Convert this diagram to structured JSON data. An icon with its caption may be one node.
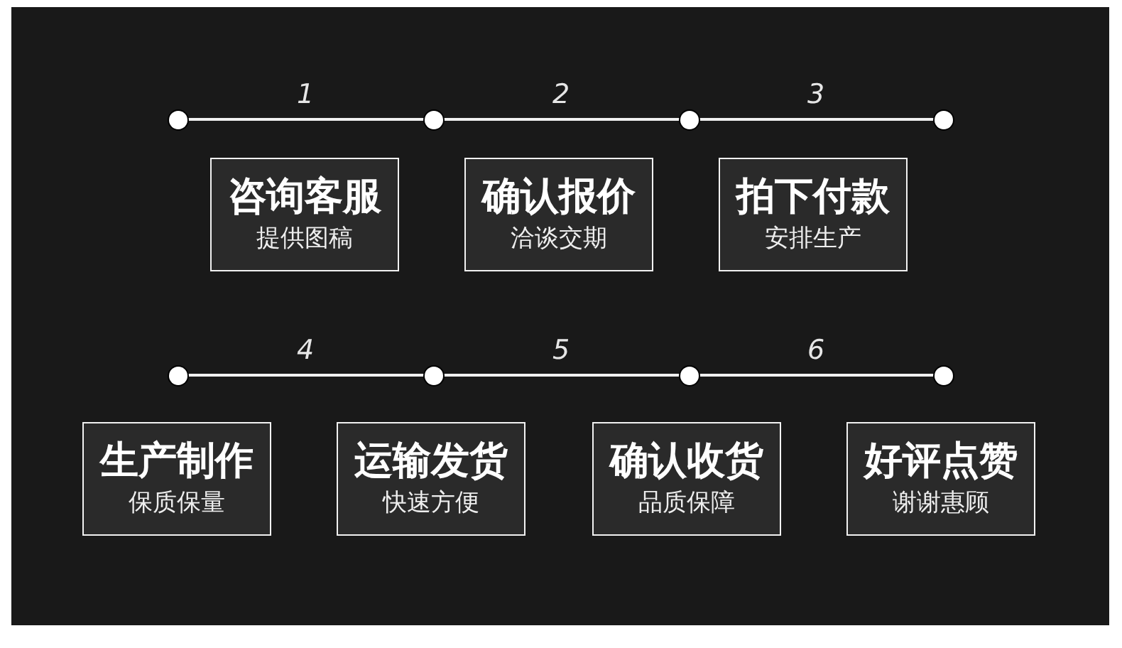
{
  "diagram": {
    "nodes": [
      {
        "text": [],
        "shape": "circle"
      },
      {
        "text": [],
        "shape": "circle"
      },
      {
        "text": [],
        "shape": "circle"
      },
      {
        "text": [],
        "shape": "circle"
      },
      {
        "text": [
          "咨询客服",
          "提供图稿"
        ]
      },
      {
        "text": [
          "确认报价",
          "洽谈交期"
        ]
      },
      {
        "text": [
          "拍下付款",
          "安排生产"
        ]
      },
      {
        "text": [],
        "shape": "circle"
      },
      {
        "text": [],
        "shape": "circle"
      },
      {
        "text": [],
        "shape": "circle"
      },
      {
        "text": [],
        "shape": "circle"
      },
      {
        "text": [
          "生产制作",
          "保质保量"
        ]
      },
      {
        "text": [
          "运输发货",
          "快速方便"
        ]
      },
      {
        "text": [
          "确认收货",
          "品质保障"
        ]
      },
      {
        "text": [
          "好评点赞",
          "谢谢惠顾"
        ]
      }
    ],
    "edges": [
      {
        "from": 0,
        "to": 1,
        "arrow": "none",
        "label": "1"
      },
      {
        "from": 1,
        "to": 2,
        "arrow": "none",
        "label": "2"
      },
      {
        "from": 2,
        "to": 3,
        "arrow": "none",
        "label": "3"
      },
      {
        "from": 7,
        "to": 8,
        "arrow": "none",
        "label": "4"
      },
      {
        "from": 8,
        "to": 9,
        "arrow": "none",
        "label": "5"
      },
      {
        "from": 9,
        "to": 10,
        "arrow": "none",
        "label": "6"
      }
    ]
  }
}
